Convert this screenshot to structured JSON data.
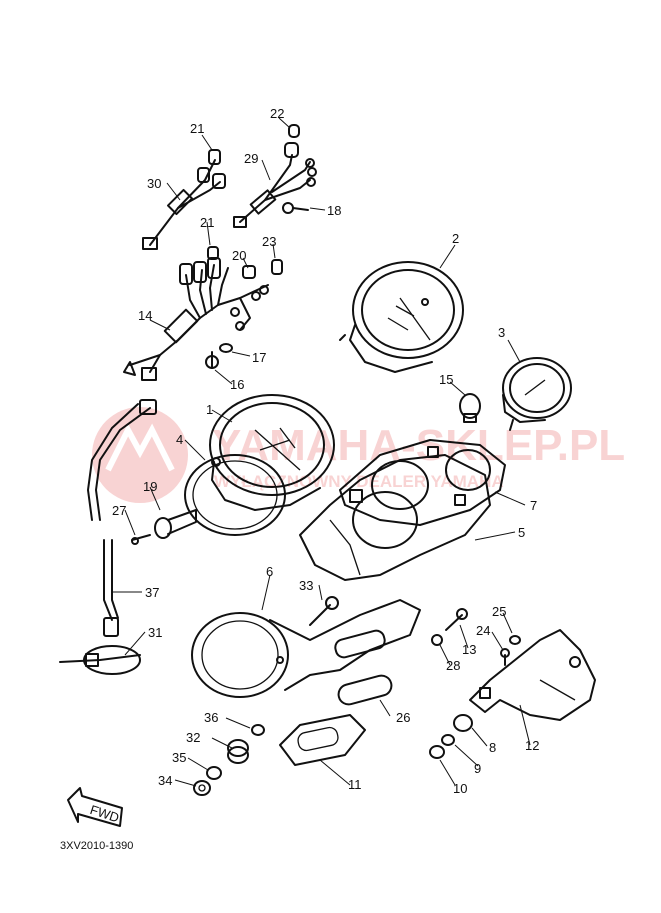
{
  "diagram_code": "3XV2010-1390",
  "direction_label": "FWD",
  "watermark": {
    "title": "YAMAHA-SKLEP.PL",
    "subtitle": "WYŁĄCZNOWNY DEALER YAMAHA",
    "color": "#e23a3a"
  },
  "callouts": [
    {
      "id": "c1",
      "label": "1"
    },
    {
      "id": "c2",
      "label": "2"
    },
    {
      "id": "c3",
      "label": "3"
    },
    {
      "id": "c4",
      "label": "4"
    },
    {
      "id": "c5",
      "label": "5"
    },
    {
      "id": "c6",
      "label": "6"
    },
    {
      "id": "c7",
      "label": "7"
    },
    {
      "id": "c8",
      "label": "8"
    },
    {
      "id": "c9",
      "label": "9"
    },
    {
      "id": "c10",
      "label": "10"
    },
    {
      "id": "c11",
      "label": "11"
    },
    {
      "id": "c12",
      "label": "12"
    },
    {
      "id": "c13",
      "label": "13"
    },
    {
      "id": "c14",
      "label": "14"
    },
    {
      "id": "c15",
      "label": "15"
    },
    {
      "id": "c16",
      "label": "16"
    },
    {
      "id": "c17",
      "label": "17"
    },
    {
      "id": "c18",
      "label": "18"
    },
    {
      "id": "c19",
      "label": "19"
    },
    {
      "id": "c20",
      "label": "20"
    },
    {
      "id": "c21a",
      "label": "21"
    },
    {
      "id": "c21b",
      "label": "21"
    },
    {
      "id": "c22",
      "label": "22"
    },
    {
      "id": "c23",
      "label": "23"
    },
    {
      "id": "c24",
      "label": "24"
    },
    {
      "id": "c25",
      "label": "25"
    },
    {
      "id": "c26",
      "label": "26"
    },
    {
      "id": "c27",
      "label": "27"
    },
    {
      "id": "c28",
      "label": "28"
    },
    {
      "id": "c29",
      "label": "29"
    },
    {
      "id": "c30",
      "label": "30"
    },
    {
      "id": "c31",
      "label": "31"
    },
    {
      "id": "c32",
      "label": "32"
    },
    {
      "id": "c33",
      "label": "33"
    },
    {
      "id": "c34",
      "label": "34"
    },
    {
      "id": "c35",
      "label": "35"
    },
    {
      "id": "c36",
      "label": "36"
    },
    {
      "id": "c37",
      "label": "37"
    }
  ]
}
